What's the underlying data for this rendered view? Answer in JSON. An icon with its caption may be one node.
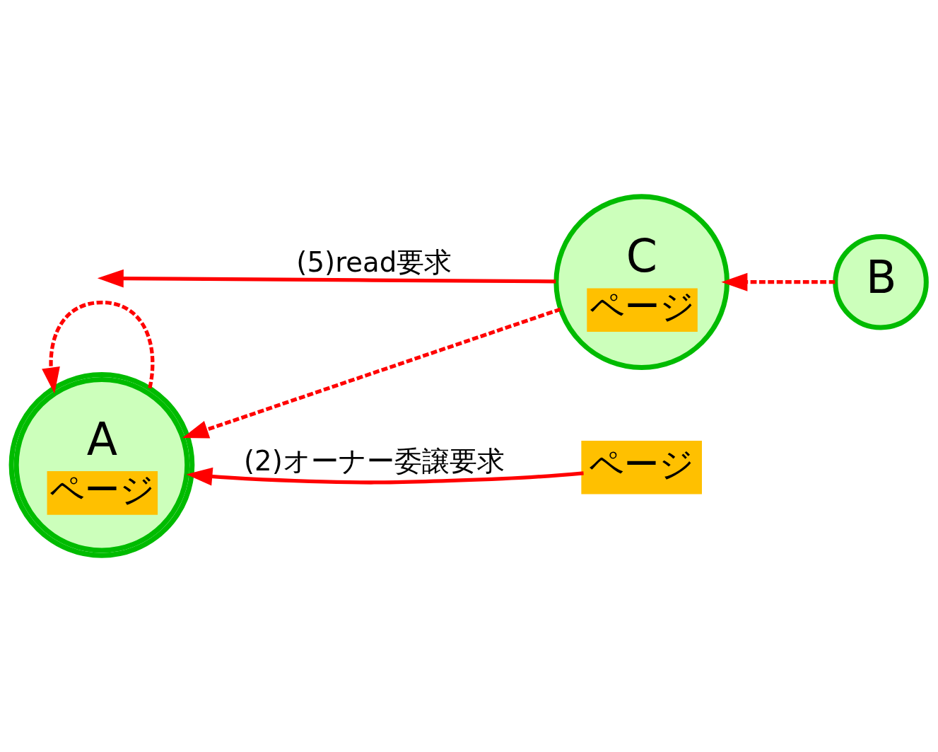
{
  "diagram": {
    "nodes": [
      {
        "text": [
          "A",
          "ページ"
        ]
      },
      {
        "text": [
          "B"
        ]
      },
      {
        "text": [
          "C",
          "ページ"
        ]
      },
      {
        "text": [
          "ページ"
        ]
      }
    ],
    "edges": [
      {
        "from": 0,
        "to": 0,
        "arrow": "to",
        "style": "dashed"
      },
      {
        "from": 2,
        "to": 0,
        "arrow": "to",
        "style": "dashed"
      },
      {
        "from": 3,
        "to": 0,
        "arrow": "to",
        "label": "(2)オーナー委譲要求"
      },
      {
        "from": 2,
        "to": null,
        "arrow": "to",
        "label": "(5)read要求"
      },
      {
        "from": 1,
        "to": 2,
        "arrow": "to",
        "style": "dashed"
      }
    ]
  }
}
